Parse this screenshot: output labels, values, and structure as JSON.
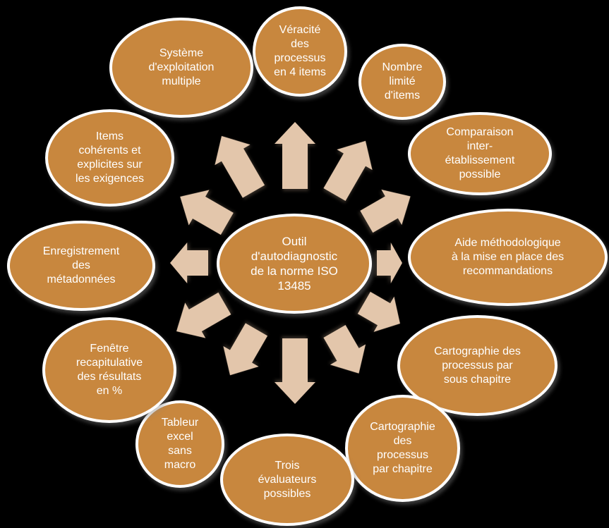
{
  "diagram": {
    "type": "radial-diverging",
    "nodes": [
      {
        "id": "outil-center",
        "label": "Outil\nd'autodiagnostic\nde la norme ISO\n13485"
      },
      {
        "id": "veracite-processus",
        "label": "Véracité\ndes\nprocessus\nen 4 items"
      },
      {
        "id": "nombre-limite-items",
        "label": "Nombre\nlimité\nd'items"
      },
      {
        "id": "comparaison-etablissement",
        "label": "Comparaison\ninter-\nétablissement\npossible"
      },
      {
        "id": "aide-methodologique",
        "label": "Aide méthodologique\nà la mise en place des\nrecommandations"
      },
      {
        "id": "cartographie-sous-chapitre",
        "label": "Cartographie des\nprocessus par\nsous chapitre"
      },
      {
        "id": "cartographie-chapitre",
        "label": "Cartographie\ndes\nprocessus\npar chapitre"
      },
      {
        "id": "trois-evaluateurs",
        "label": "Trois\névaluateurs\npossibles"
      },
      {
        "id": "tableur-excel",
        "label": "Tableur\nexcel\nsans\nmacro"
      },
      {
        "id": "fenetre-recapitulative",
        "label": "Fenêtre\nrecapitulative\ndes résultats\nen %"
      },
      {
        "id": "enregistrement-metadonnees",
        "label": "Enregistrement\ndes\nmétadonnées"
      },
      {
        "id": "items-coherents",
        "label": "Items\ncohérents et\nexplicites sur\nles exigences"
      },
      {
        "id": "systeme-exploitation",
        "label": "Système\nd'exploitation\nmultiple"
      }
    ],
    "arrows": {
      "count": 12,
      "directions_deg": [
        0,
        30,
        60,
        90,
        120,
        150,
        180,
        210,
        240,
        270,
        300,
        330
      ]
    }
  },
  "colors": {
    "background": "#000000",
    "node_fill": "#C8873E",
    "node_border": "#FFFFFF",
    "node_text": "#FFFFFF",
    "arrow_fill": "#E3C6AB"
  }
}
